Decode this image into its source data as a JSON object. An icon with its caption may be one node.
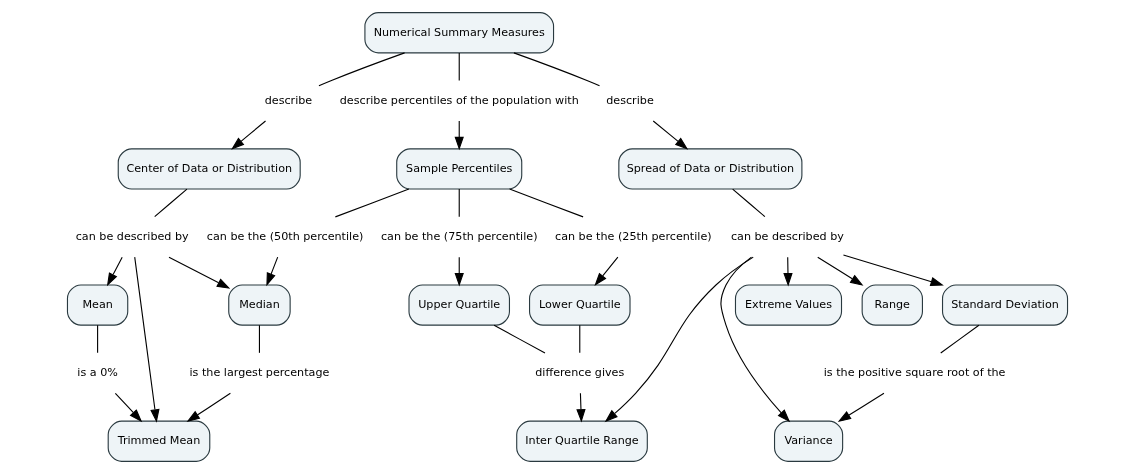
{
  "diagram": {
    "nodes": [
      {
        "text": [
          "Numerical Summary Measures"
        ]
      },
      {
        "text": [
          "describe"
        ]
      },
      {
        "text": [
          "describe percentiles of the population with"
        ]
      },
      {
        "text": [
          "describe"
        ]
      },
      {
        "text": [
          "Center of Data or Distribution"
        ]
      },
      {
        "text": [
          "Sample Percentiles"
        ]
      },
      {
        "text": [
          "Spread of Data or Distribution"
        ]
      },
      {
        "text": [
          "can be described by"
        ]
      },
      {
        "text": [
          "can be the (50th percentile)"
        ]
      },
      {
        "text": [
          "can be the (25th percentile)"
        ]
      },
      {
        "text": [
          "can be the (75th percentile)"
        ]
      },
      {
        "text": [
          "can be described by"
        ]
      },
      {
        "text": [
          "Mean"
        ]
      },
      {
        "text": [
          "Median"
        ]
      },
      {
        "text": [
          "Lower Quartile"
        ]
      },
      {
        "text": [
          "Upper Quartile"
        ]
      },
      {
        "text": [
          "Standard Deviation"
        ]
      },
      {
        "text": [
          "is a 0%"
        ]
      },
      {
        "text": [
          "is the largest percentage"
        ]
      },
      {
        "text": [
          "difference gives"
        ]
      },
      {
        "text": [
          "Inter Quartile Range"
        ]
      },
      {
        "text": [
          "is the positive square root of the"
        ]
      },
      {
        "text": [
          "Trimmed Mean"
        ]
      },
      {
        "text": [
          "Extreme Values"
        ]
      },
      {
        "text": [
          "Range"
        ]
      },
      {
        "text": [
          "Variance"
        ]
      }
    ],
    "edges": [
      {
        "from": 0,
        "to": 1,
        "arrow": "none"
      },
      {
        "from": 1,
        "to": 4,
        "arrow": "to"
      },
      {
        "from": 0,
        "to": 2,
        "arrow": "none"
      },
      {
        "from": 2,
        "to": 5,
        "arrow": "to"
      },
      {
        "from": 0,
        "to": 3,
        "arrow": "none"
      },
      {
        "from": 3,
        "to": 6,
        "arrow": "to"
      },
      {
        "from": 4,
        "to": 7,
        "arrow": "none"
      },
      {
        "from": 7,
        "to": 12,
        "arrow": "to"
      },
      {
        "from": 7,
        "to": 13,
        "arrow": "to"
      },
      {
        "from": 7,
        "to": 22,
        "arrow": "to"
      },
      {
        "from": 5,
        "to": 8,
        "arrow": "none"
      },
      {
        "from": 8,
        "to": 13,
        "arrow": "to"
      },
      {
        "from": 5,
        "to": 9,
        "arrow": "none"
      },
      {
        "from": 9,
        "to": 14,
        "arrow": "to"
      },
      {
        "from": 5,
        "to": 10,
        "arrow": "none"
      },
      {
        "from": 10,
        "to": 15,
        "arrow": "to"
      },
      {
        "from": 6,
        "to": 11,
        "arrow": "none"
      },
      {
        "from": 11,
        "to": 20,
        "arrow": "to"
      },
      {
        "from": 11,
        "to": 23,
        "arrow": "to"
      },
      {
        "from": 11,
        "to": 24,
        "arrow": "to"
      },
      {
        "from": 11,
        "to": 25,
        "arrow": "to"
      },
      {
        "from": 11,
        "to": 16,
        "arrow": "to"
      },
      {
        "from": 12,
        "to": 17,
        "arrow": "none"
      },
      {
        "from": 17,
        "to": 22,
        "arrow": "to"
      },
      {
        "from": 13,
        "to": 18,
        "arrow": "none"
      },
      {
        "from": 18,
        "to": 22,
        "arrow": "to"
      },
      {
        "from": 14,
        "to": 19,
        "arrow": "none"
      },
      {
        "from": 15,
        "to": 19,
        "arrow": "none"
      },
      {
        "from": 19,
        "to": 20,
        "arrow": "to"
      },
      {
        "from": 16,
        "to": 21,
        "arrow": "none"
      },
      {
        "from": 21,
        "to": 25,
        "arrow": "to"
      }
    ]
  }
}
